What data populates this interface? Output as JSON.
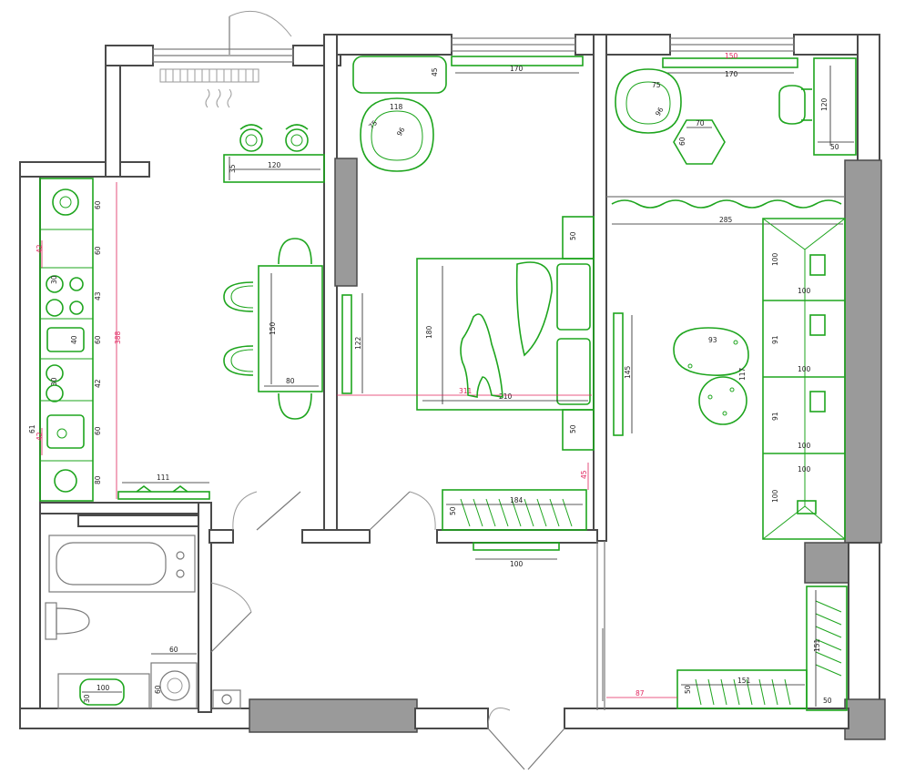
{
  "colors": {
    "furniture": "#1ea51e",
    "wall": "#4a4a4a",
    "wall_fill": "#9a9a9a",
    "dimension": "#222222",
    "dimension_accent": "#e0245e"
  },
  "dimensions": {
    "kitchen_table_width": "120",
    "kitchen_table_depth": "35",
    "kitchen_counter_60a": "60",
    "kitchen_counter_60b": "60",
    "kitchen_counter_43": "43",
    "kitchen_counter_60c": "60",
    "kitchen_counter_42": "42",
    "kitchen_counter_60d": "60",
    "kitchen_counter_80": "80",
    "kitchen_sink_30a": "30",
    "kitchen_sink_40": "40",
    "kitchen_sink_30b": "30",
    "kitchen_red_42a": "42",
    "kitchen_red_42b": "42",
    "kitchen_61": "61",
    "kitchen_length_red": "388",
    "dining_table_len": "150",
    "dining_table_w": "80",
    "kitchen_bench": "111",
    "bed_wardrobe_45": "45",
    "bed_top_170": "170",
    "bed_chair_118": "118",
    "bed_chair_75": "75",
    "bed_chair_96": "96",
    "bed_width": "180",
    "bed_length": "210",
    "bed_red_311": "311",
    "bedroom_122": "122",
    "bed_night_50a": "50",
    "bed_night_50b": "50",
    "bed_storage_184": "184",
    "bed_storage_50": "50",
    "bed_red_45": "45",
    "hall_100": "100",
    "office_red_150": "150",
    "office_top_170": "170",
    "office_chair_75": "75",
    "office_chair_96": "96",
    "office_table_70": "70",
    "office_table_60": "60",
    "office_desk_120": "120",
    "office_desk_50": "50",
    "living_285": "285",
    "sofa_100a": "100",
    "sofa_100b": "100",
    "sofa_91a": "91",
    "sofa_100c": "100",
    "sofa_91b": "91",
    "sofa_100d": "100",
    "sofa_100e": "100",
    "sofa_100f": "100",
    "coffee_93": "93",
    "coffee_117": "117",
    "living_145": "145",
    "living_151a": "151",
    "living_151b": "151",
    "living_50a": "50",
    "living_50b": "50",
    "living_red_87": "87",
    "bath_60": "60",
    "bath_sink_100": "100",
    "bath_30": "30",
    "bath_60b": "60"
  }
}
